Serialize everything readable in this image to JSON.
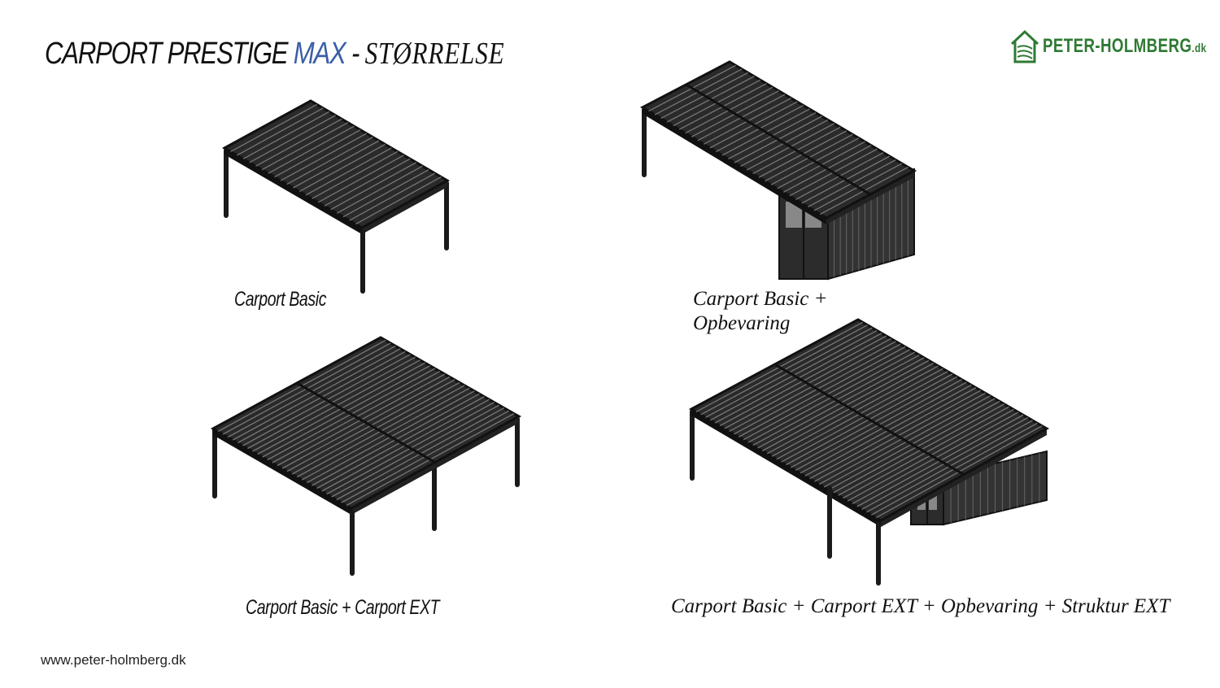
{
  "header": {
    "title_part1": "CARPORT PRESTIGE ",
    "title_accent": "MAX",
    "title_part2": " - ",
    "title_part3": "STØRRELSE",
    "accent_color": "#3a5ea8"
  },
  "logo": {
    "name": "PETER-HOLMBERG",
    "tld": ".dk",
    "color": "#2f7a33",
    "icon": "house-icon"
  },
  "configurations": [
    {
      "label": "Carport Basic"
    },
    {
      "label_line1": "Carport Basic +",
      "label_line2": "Opbevaring"
    },
    {
      "label": "Carport Basic + Carport EXT"
    },
    {
      "label": "Carport Basic + Carport EXT + Opbevaring + Struktur EXT"
    }
  ],
  "footer": {
    "url": "www.peter-holmberg.dk"
  }
}
